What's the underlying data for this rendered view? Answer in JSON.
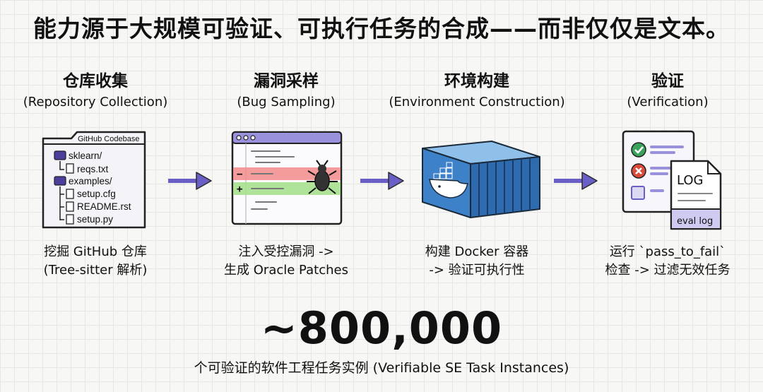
{
  "title": "能力源于大规模可验证、可执行任务的合成——而非仅仅是文本。",
  "stages": [
    {
      "title_zh": "仓库收集",
      "title_en": "(Repository Collection)",
      "desc_line1": "挖掘 GitHub 仓库",
      "desc_line2": "(Tree-sitter 解析)",
      "icon": "folder-tree-icon",
      "folder_label": "GitHub Codebase",
      "tree": [
        "sklearn/",
        "reqs.txt",
        "examples/",
        "setup.cfg",
        "README.rst",
        "setup.py"
      ]
    },
    {
      "title_zh": "漏洞采样",
      "title_en": "(Bug Sampling)",
      "desc_line1": "注入受控漏洞 ->",
      "desc_line2": "生成 Oracle Patches",
      "icon": "code-diff-bug-icon",
      "minus": "−",
      "plus": "+"
    },
    {
      "title_zh": "环境构建",
      "title_en": "(Environment Construction)",
      "desc_line1": "构建 Docker 容器",
      "desc_line2": "-> 验证可执行性",
      "icon": "docker-container-icon"
    },
    {
      "title_zh": "验证",
      "title_en": "(Verification)",
      "desc_line1": "运行 `pass_to_fail`",
      "desc_line2": "检查 -> 过滤无效任务",
      "icon": "checklist-log-icon",
      "log_label": "LOG",
      "eval_label": "eval log"
    }
  ],
  "total": "~800,000",
  "total_caption": "个可验证的软件工程任务实例 (Verifiable SE Task Instances)",
  "colors": {
    "arrow": "#6a5fc7",
    "folder": "#4a3f9c",
    "diff_red": "#f28b8b",
    "diff_green": "#a7e08f",
    "container": "#3d82c9",
    "check": "#3aa35b",
    "cross": "#d94a3a"
  }
}
